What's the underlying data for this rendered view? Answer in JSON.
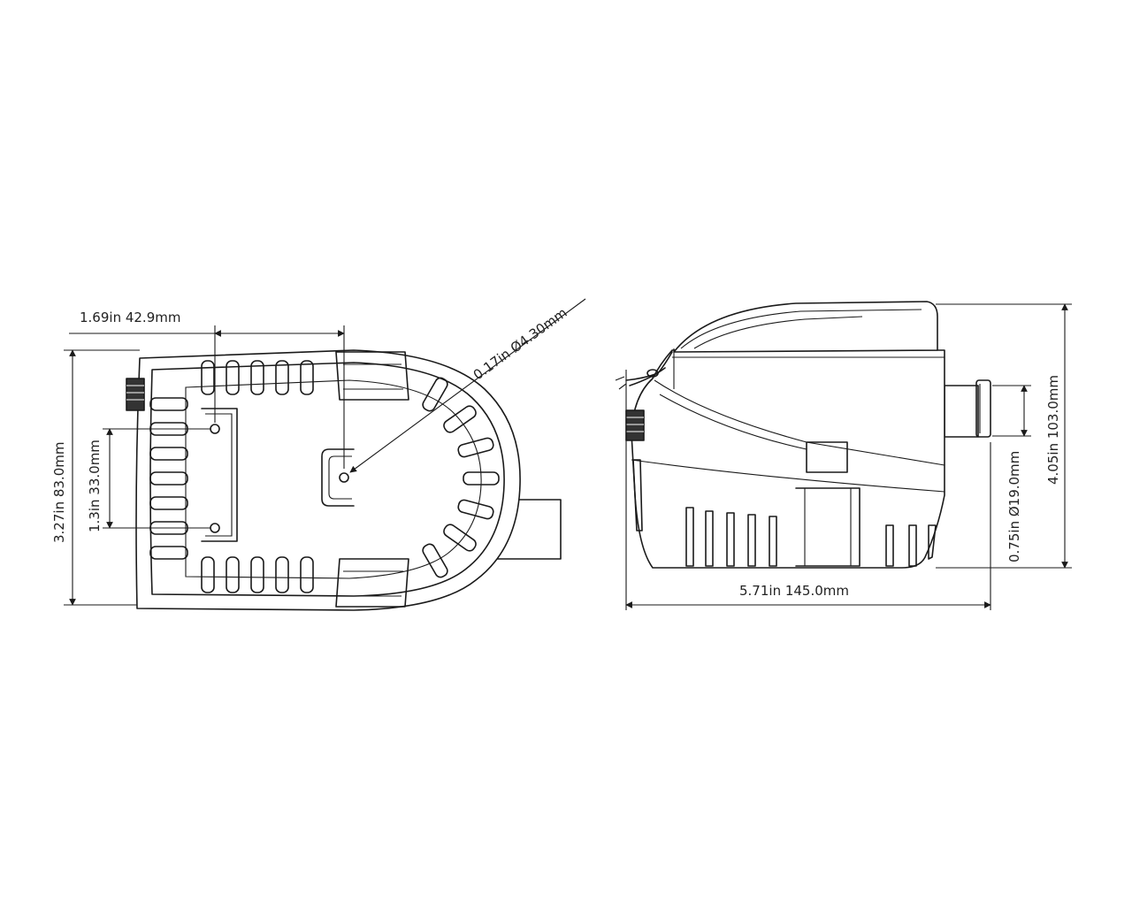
{
  "top_view": {
    "dim_mount_spacing": "1.69in  42.9mm",
    "dim_hole_diameter": "0.17in  Ø4.30mm",
    "dim_width": "3.27in  83.0mm",
    "dim_hole_spacing": "1.3in  33.0mm"
  },
  "side_view": {
    "dim_length": "5.71in  145.0mm",
    "dim_height": "4.05in  103.0mm",
    "dim_outlet": "0.75in  Ø19.0mm"
  },
  "colors": {
    "line": "#1a1a1a",
    "background": "#ffffff",
    "text": "#222222"
  }
}
